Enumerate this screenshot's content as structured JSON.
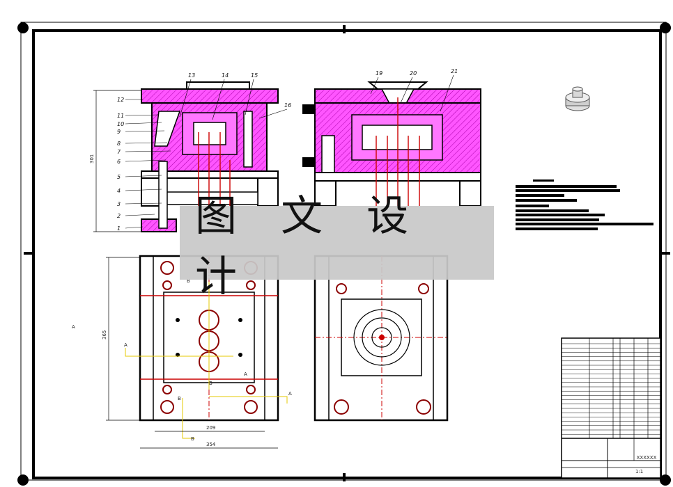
{
  "watermark": {
    "text": "图 文 设 计"
  },
  "part_labels": {
    "left": [
      "12",
      "11",
      "10",
      "9",
      "8",
      "7",
      "6",
      "5",
      "4",
      "3",
      "2",
      "1"
    ],
    "top": [
      "13",
      "14",
      "15",
      "16"
    ],
    "right": [
      "19",
      "20",
      "21"
    ]
  },
  "dimensions": {
    "height_left": "301",
    "height_plan": "365",
    "width_inner": "209",
    "width_outer": "354"
  },
  "section_marks": [
    "A",
    "A",
    "A",
    "A",
    "B",
    "B",
    "B",
    "B"
  ],
  "title_block": {
    "drawing_no": "XXXXXX",
    "scale": "1:1"
  },
  "colors": {
    "steel": "#ff44ff",
    "hatch": "#cc00cc",
    "centerline": "#e00000",
    "yellow": "#e6c800",
    "outline": "#000000"
  }
}
